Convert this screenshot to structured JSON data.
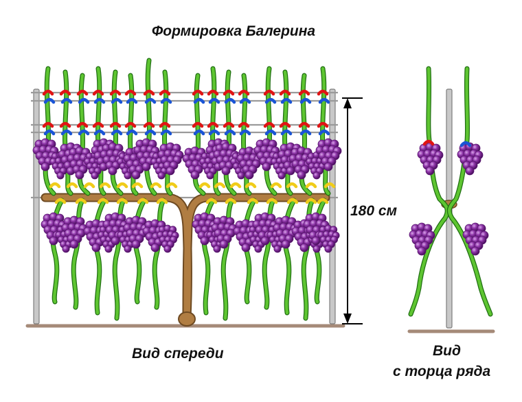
{
  "title": "Формировка Балерина",
  "height_label": "180 см",
  "front_view_label": "Вид спереди",
  "end_view_label_line1": "Вид",
  "end_view_label_line2": "с торца ряда",
  "colors": {
    "trellis_post": "#a9a9a9",
    "trellis_wire": "#9a9a9a",
    "vine_trunk": "#b07d42",
    "shoot": "#5ec531",
    "shoot_edge": "#1f6e12",
    "grape": "#8e35a8",
    "grape_dark": "#5a1670",
    "ground": "#a58a78",
    "tie_red": "#e01414",
    "tie_blue": "#1a55d6",
    "tie_yellow": "#f0cc1a",
    "dimension_line": "#000000"
  }
}
